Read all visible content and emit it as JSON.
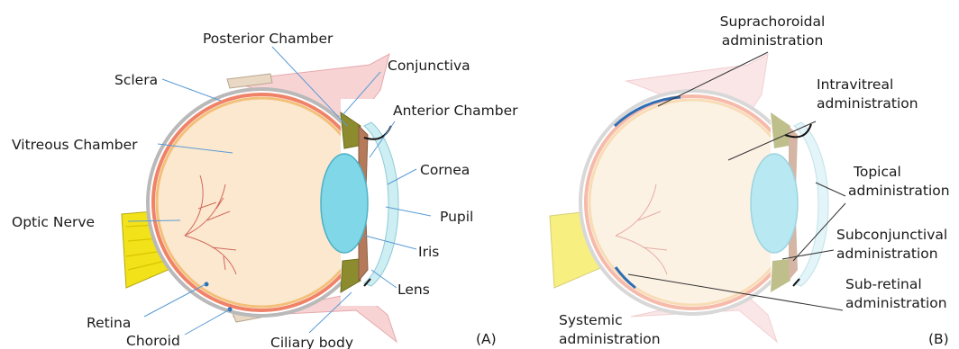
{
  "panel_a": {
    "tag": "(A)",
    "labels": {
      "posterior_chamber": "Posterior Chamber",
      "conjunctiva": "Conjunctiva",
      "sclera": "Sclera",
      "anterior_chamber": "Anterior Chamber",
      "vitreous_chamber": "Vitreous Chamber",
      "cornea": "Cornea",
      "optic_nerve": "Optic Nerve",
      "pupil": "Pupil",
      "iris": "Iris",
      "retina": "Retina",
      "lens": "Lens",
      "choroid": "Choroid",
      "ciliary_body": "Ciliary body"
    }
  },
  "panel_b": {
    "tag": "(B)",
    "labels": {
      "suprachoroidal": [
        "Suprachoroidal",
        "administration"
      ],
      "intravitreal": [
        "Intravitreal",
        "administration"
      ],
      "topical": [
        "Topical",
        "administration"
      ],
      "subconjunctival": [
        "Subconjunctival",
        "administration"
      ],
      "subretinal": [
        "Sub-retinal",
        "administration"
      ],
      "systemic": [
        "Systemic",
        "administration"
      ]
    }
  },
  "colors": {
    "vitreous": "#fbe8cf",
    "retina": "#f3c07a",
    "choroid": "#f08268",
    "sclera": "#b8b8b8",
    "lens": "#7fd7e8",
    "cornea": "#cdeef3",
    "iris": "#b47a5a",
    "ciliary": "#8c8c2e",
    "conjunctiva": "#f6c9cc",
    "optic_nerve": "#f5e61e",
    "leader_a": "#5b9bd5",
    "leader_b": "#333333",
    "drug_route": "#2e6eb5"
  }
}
